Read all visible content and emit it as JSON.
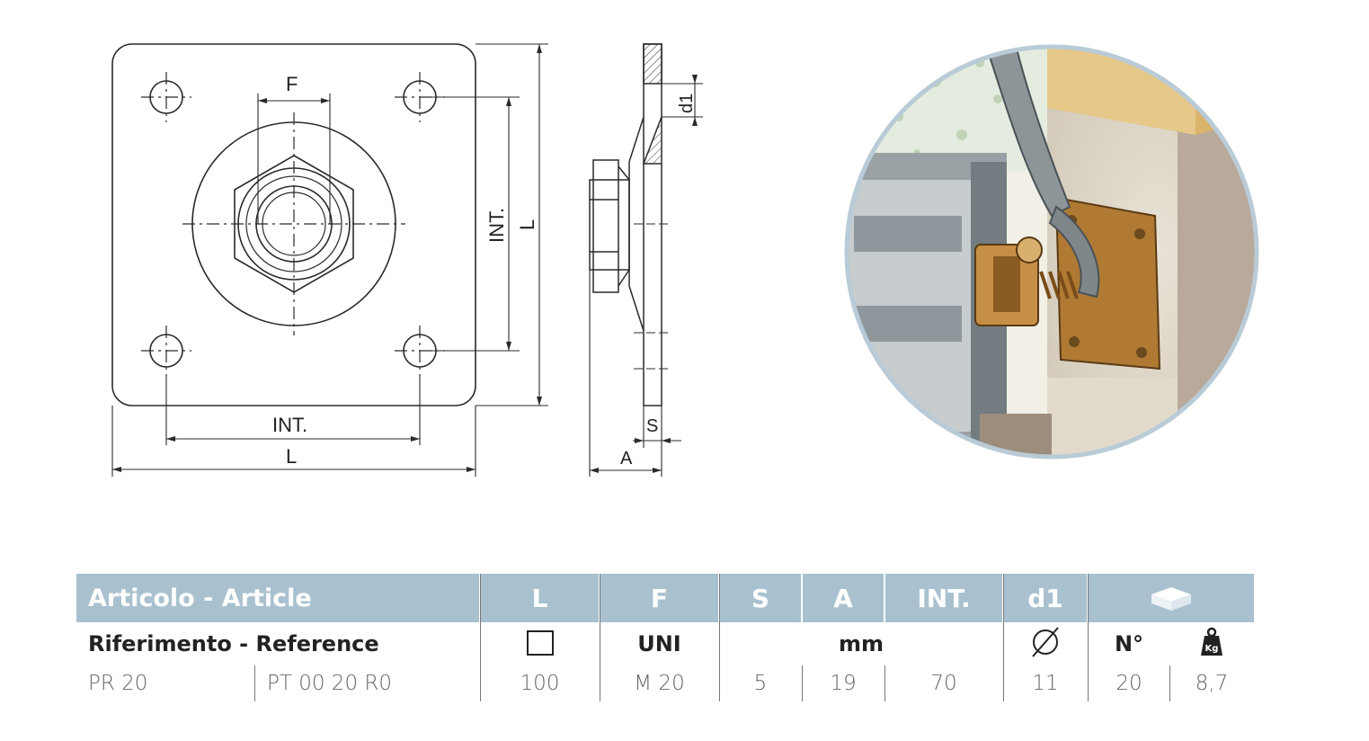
{
  "drawing": {
    "front_labels": {
      "f": "F",
      "int_vertical": "INT.",
      "l_vertical": "L",
      "int_horizontal": "INT.",
      "l_horizontal": "L"
    },
    "side_labels": {
      "d1": "d1",
      "s": "S",
      "a": "A"
    }
  },
  "table": {
    "header": {
      "article": "Articolo - Article",
      "l": "L",
      "f": "F",
      "s": "S",
      "a": "A",
      "int": "INT.",
      "d1": "d1",
      "package_icon": "box-icon"
    },
    "units": {
      "reference": "Riferimento - Reference",
      "l_icon": "square-icon",
      "f": "UNI",
      "sa_int": "mm",
      "d1_icon": "diameter-icon",
      "qty": "N°",
      "weight_icon": "kg-weight-icon"
    },
    "rows": [
      {
        "code": "PR 20",
        "ref": "PT 00 20 R0",
        "l": "100",
        "f": "M 20",
        "s": "5",
        "a": "19",
        "int": "70",
        "d1": "11",
        "qty": "20",
        "weight": "8,7"
      }
    ]
  },
  "colors": {
    "header_bg": "#a9c1cf",
    "line": "#333333",
    "illustration_border": "#b9cbd6"
  }
}
